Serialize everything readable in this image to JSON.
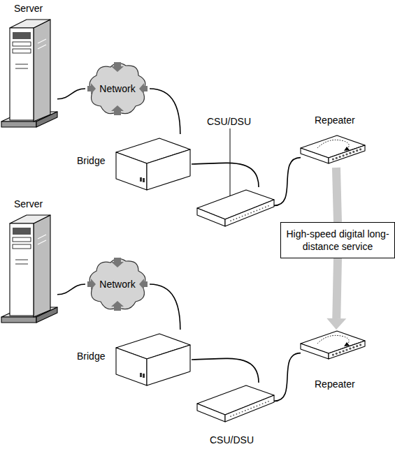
{
  "diagram": {
    "nodes": [
      {
        "text": [
          "Server"
        ]
      },
      {
        "text": [
          "Network"
        ]
      },
      {
        "text": [
          "Bridge"
        ]
      },
      {
        "text": [
          "CSU/DSU"
        ]
      },
      {
        "text": [
          "Repeater"
        ]
      },
      {
        "text": [
          "High-speed digital long-distance service"
        ]
      },
      {
        "text": [
          "Server"
        ]
      },
      {
        "text": [
          "Network"
        ]
      },
      {
        "text": [
          "Bridge"
        ]
      },
      {
        "text": [
          "CSU/DSU"
        ]
      },
      {
        "text": [
          "Repeater"
        ]
      }
    ],
    "edges": [
      {
        "from": 0,
        "to": 1,
        "arrow": "none"
      },
      {
        "from": 1,
        "to": 2,
        "arrow": "none"
      },
      {
        "from": 2,
        "to": 3,
        "arrow": "none"
      },
      {
        "from": 3,
        "to": 4,
        "arrow": "none"
      },
      {
        "from": 4,
        "to": 5,
        "arrow": "none"
      },
      {
        "from": 5,
        "to": 10,
        "arrow": "to"
      },
      {
        "from": 6,
        "to": 7,
        "arrow": "none"
      },
      {
        "from": 7,
        "to": 8,
        "arrow": "none"
      },
      {
        "from": 8,
        "to": 9,
        "arrow": "none"
      },
      {
        "from": 9,
        "to": 10,
        "arrow": "none"
      }
    ]
  }
}
